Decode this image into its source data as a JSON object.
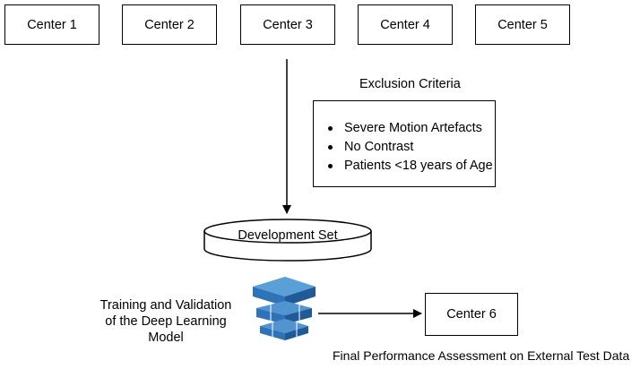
{
  "centers": {
    "c1": "Center 1",
    "c2": "Center 2",
    "c3": "Center 3",
    "c4": "Center 4",
    "c5": "Center 5",
    "c6": "Center 6"
  },
  "exclusion": {
    "title": "Exclusion Criteria",
    "items": [
      "Severe Motion Artefacts",
      "No Contrast",
      "Patients <18 years of Age"
    ]
  },
  "development_set": "Development Set",
  "training": {
    "line1": "Training and Validation",
    "line2": "of the Deep Learning Model"
  },
  "final_assessment": "Final Performance Assessment on External Test Data",
  "colors": {
    "stroke": "#000000",
    "model_light": "#5294cf",
    "model_mid": "#2e73b8",
    "model_dark": "#205b98"
  },
  "icons": {
    "model": "deep-learning-model-icon"
  }
}
